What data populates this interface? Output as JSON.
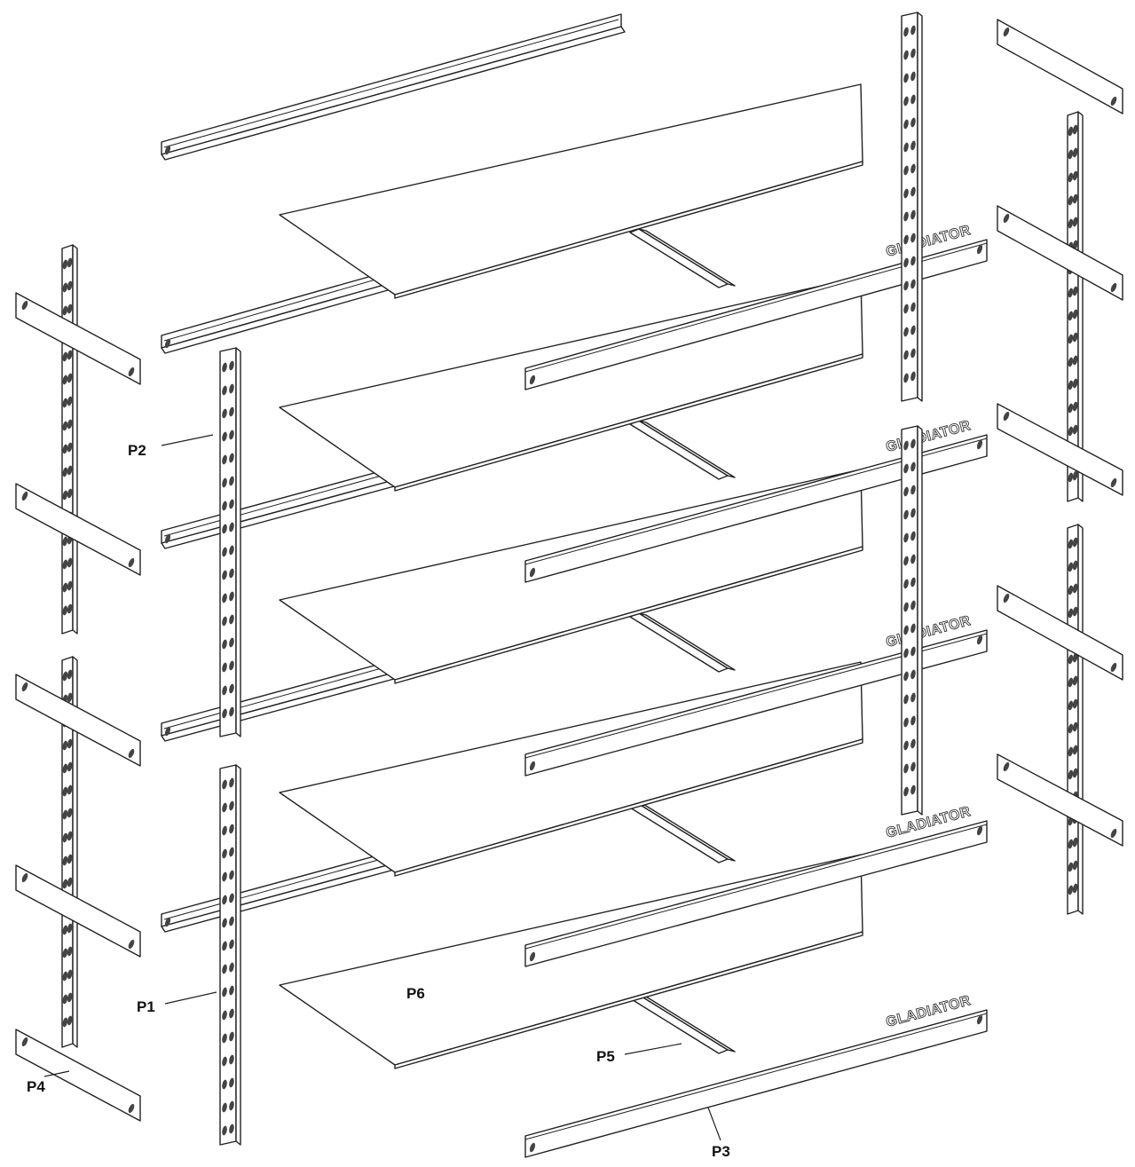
{
  "brand": "GLADIATOR",
  "labels": {
    "p1": "P1",
    "p2": "P2",
    "p3": "P3",
    "p4": "P4",
    "p5": "P5",
    "p6": "P6"
  },
  "colors": {
    "line": "#222222",
    "panel": "#ffffff",
    "hole": "#444444"
  }
}
